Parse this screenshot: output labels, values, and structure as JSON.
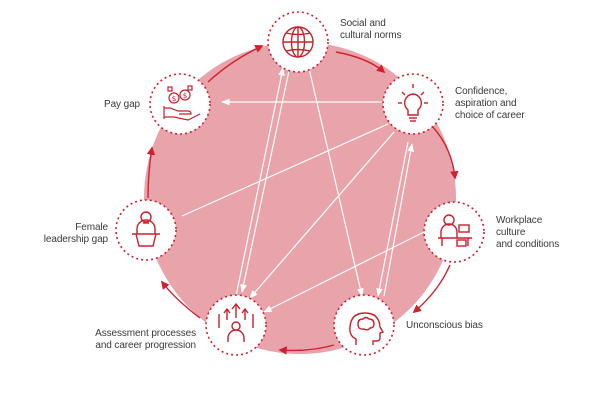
{
  "colors": {
    "cycle_fill": "#e8a3ab",
    "node_stroke": "#d0202f",
    "node_fill": "#ffffff",
    "icon_color": "#c8202e",
    "arrow_color": "#d0202f",
    "cross_arrow_color": "#ffffff",
    "label_color": "#3a3a3a"
  },
  "nodes": [
    {
      "id": "social",
      "label": "Social and\ncultural norms",
      "icon": "globe-icon"
    },
    {
      "id": "confidence",
      "label": "Confidence,\naspiration and\nchoice of career",
      "icon": "lightbulb-icon"
    },
    {
      "id": "workplace",
      "label": "Workplace\nculture\nand conditions",
      "icon": "desk-worker-icon"
    },
    {
      "id": "unconscious",
      "label": "Unconscious bias",
      "icon": "head-brain-icon"
    },
    {
      "id": "assessment",
      "label": "Assessment processes\nand career progression",
      "icon": "career-progression-icon"
    },
    {
      "id": "leadership",
      "label": "Female\nleadership gap",
      "icon": "speaker-podium-icon"
    },
    {
      "id": "paygap",
      "label": "Pay gap",
      "icon": "money-hand-icon"
    }
  ]
}
